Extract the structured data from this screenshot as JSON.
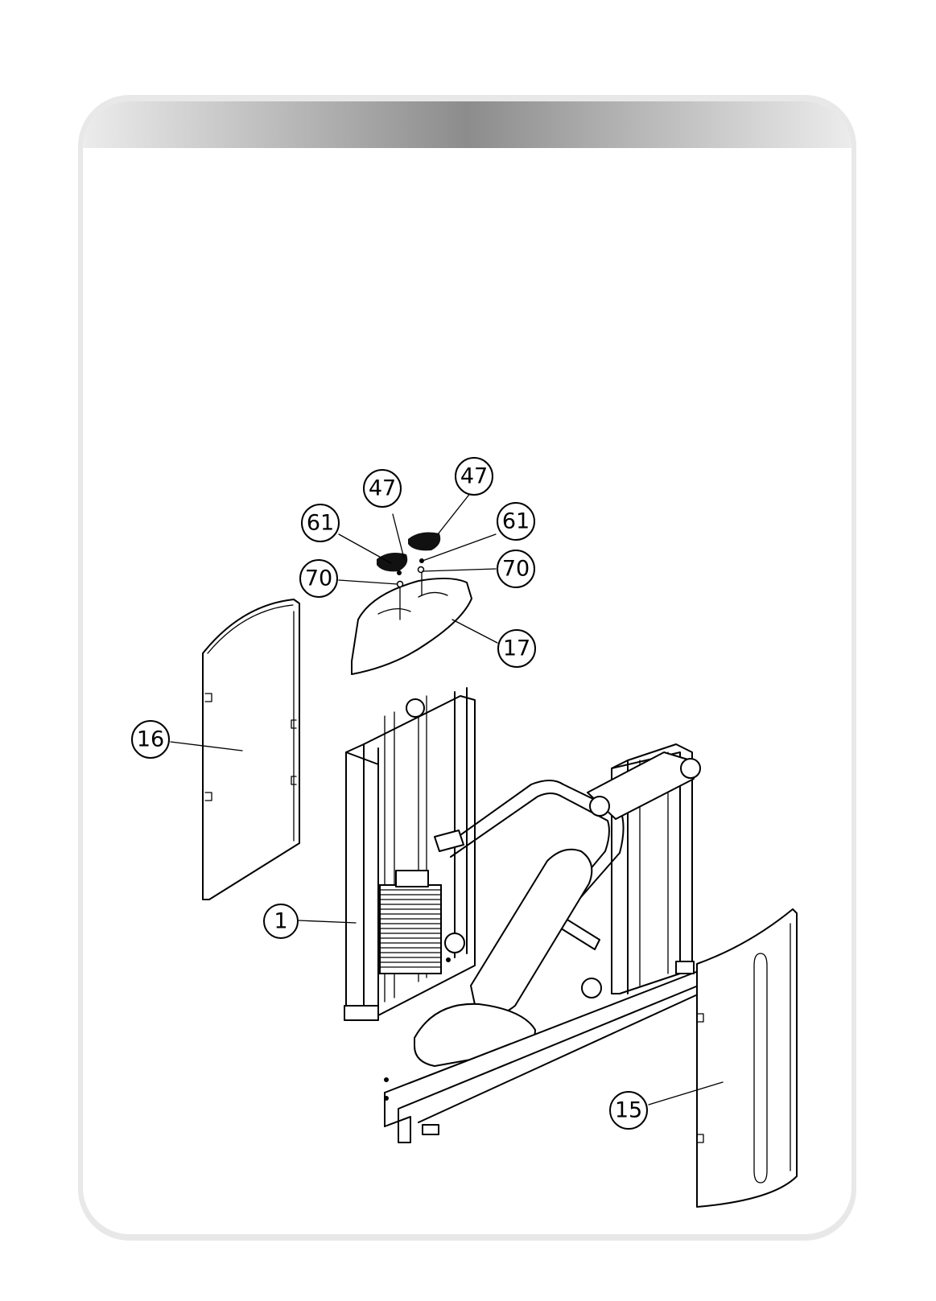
{
  "diagram": {
    "callouts": [
      {
        "id": "c47a",
        "label": "47"
      },
      {
        "id": "c47b",
        "label": "47"
      },
      {
        "id": "c61a",
        "label": "61"
      },
      {
        "id": "c61b",
        "label": "61"
      },
      {
        "id": "c70a",
        "label": "70"
      },
      {
        "id": "c70b",
        "label": "70"
      },
      {
        "id": "c17",
        "label": "17"
      },
      {
        "id": "c16",
        "label": "16"
      },
      {
        "id": "c1",
        "label": "1"
      },
      {
        "id": "c15",
        "label": "15"
      }
    ]
  }
}
